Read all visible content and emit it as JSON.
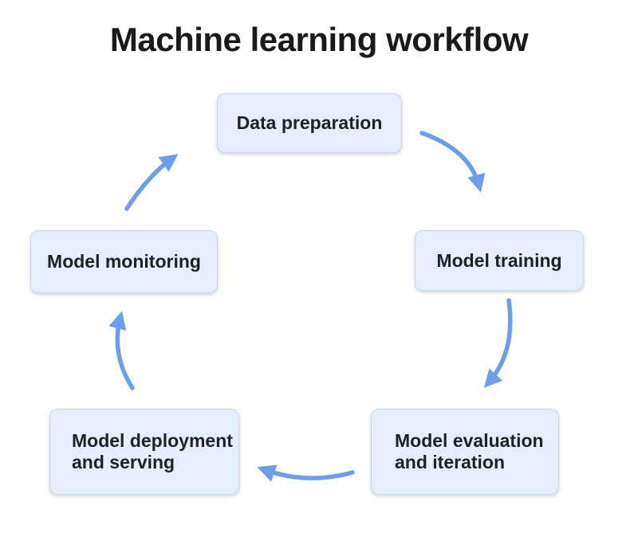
{
  "title": "Machine learning workflow",
  "colors": {
    "background": "#ffffff",
    "box-fill": "#e7eefb",
    "box-border": "#cdd7e8",
    "arrow": "#6d9eeb",
    "title-text": "#1a1a1a",
    "label-text": "#1f2124"
  },
  "diagram": {
    "type": "cycle",
    "nodes": [
      {
        "id": "data-preparation",
        "label": "Data preparation"
      },
      {
        "id": "model-training",
        "label": "Model training"
      },
      {
        "id": "model-evaluation-and-iteration",
        "label": "Model evaluation\nand iteration"
      },
      {
        "id": "model-deployment-and-serving",
        "label": "Model deployment\nand serving"
      },
      {
        "id": "model-monitoring",
        "label": "Model monitoring"
      }
    ],
    "edges": [
      {
        "from": "data-preparation",
        "to": "model-training"
      },
      {
        "from": "model-training",
        "to": "model-evaluation-and-iteration"
      },
      {
        "from": "model-evaluation-and-iteration",
        "to": "model-deployment-and-serving"
      },
      {
        "from": "model-deployment-and-serving",
        "to": "model-monitoring"
      },
      {
        "from": "model-monitoring",
        "to": "data-preparation"
      }
    ]
  }
}
